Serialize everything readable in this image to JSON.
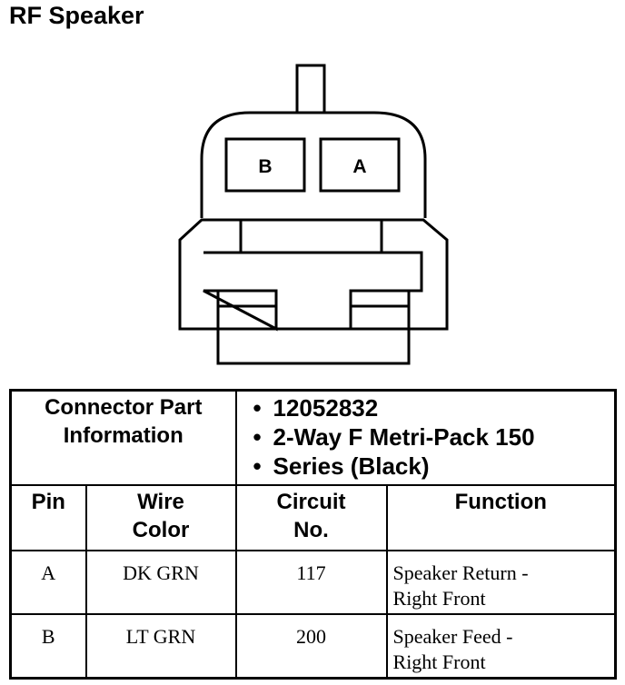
{
  "title": "RF Speaker",
  "connector": {
    "cavities": [
      {
        "label": "B"
      },
      {
        "label": "A"
      }
    ]
  },
  "table": {
    "part_info_label": [
      "Connector Part",
      "Information"
    ],
    "part_info_values": [
      "12052832",
      "2-Way F Metri-Pack 150",
      "Series (Black)"
    ],
    "headers": {
      "pin": "Pin",
      "wire_color": [
        "Wire",
        "Color"
      ],
      "circuit": [
        "Circuit",
        "No."
      ],
      "function": "Function"
    },
    "rows": [
      {
        "pin": "A",
        "wire_color": "DK GRN",
        "circuit": "117",
        "function": [
          "Speaker Return -",
          "Right Front"
        ]
      },
      {
        "pin": "B",
        "wire_color": "LT GRN",
        "circuit": "200",
        "function": [
          "Speaker Feed -",
          "Right Front"
        ]
      }
    ]
  }
}
